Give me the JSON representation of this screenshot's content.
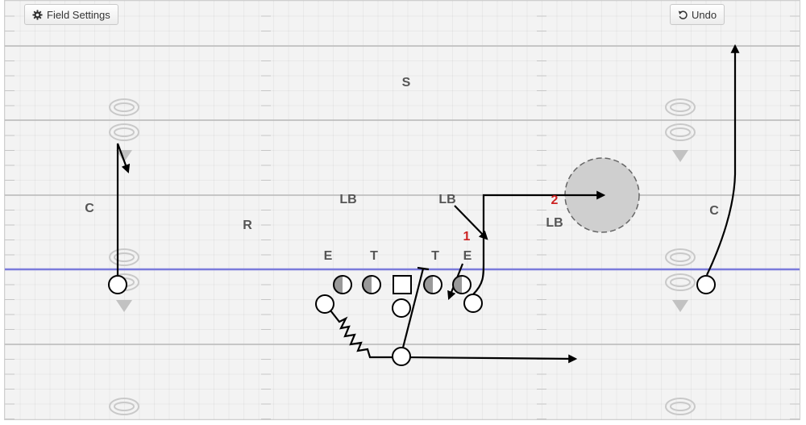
{
  "toolbar": {
    "field_settings_label": "Field Settings",
    "undo_label": "Undo",
    "field_settings_icon": "gear-icon",
    "undo_icon": "undo-arrow-icon"
  },
  "colors": {
    "field_bg": "#f3f3f3",
    "yard_line": "#b8b8b8",
    "line_of_scrimmage": "#7b7bdb",
    "route": "#000000",
    "zone_fill": "#cfcfcf",
    "step_number": "#cc2222",
    "defender_label": "#555555"
  },
  "defense": {
    "safety": "S",
    "lb_left": "LB",
    "lb_middle": "LB",
    "lb_right": "LB",
    "corner_left": "C",
    "corner_right": "C",
    "rover": "R",
    "end_left": "E",
    "tackle_left": "T",
    "tackle_right": "T",
    "end_right": "E"
  },
  "steps": {
    "step1": "1",
    "step2": "2"
  }
}
